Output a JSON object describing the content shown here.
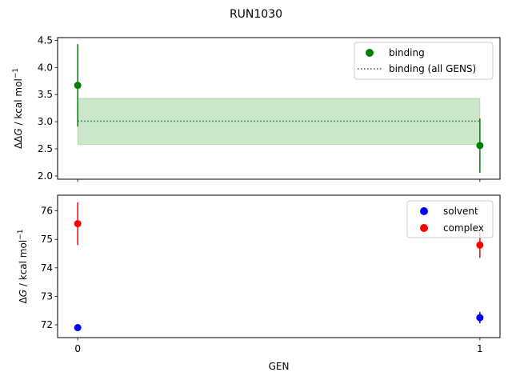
{
  "chart_data": [
    {
      "type": "scatter",
      "panel": "top",
      "ylabel": "ΔΔG / kcal mol⁻¹",
      "ylabel_parts": {
        "symbol": "ΔΔ",
        "var": "G",
        "unit": " / kcal mol",
        "sup": "−1"
      },
      "x": [
        0,
        1
      ],
      "xlim": [
        -0.05,
        1.05
      ],
      "ylim": [
        1.94,
        4.55
      ],
      "yticks": [
        2.0,
        2.5,
        3.0,
        3.5,
        4.0,
        4.5
      ],
      "ytick_labels": [
        "2.0",
        "2.5",
        "3.0",
        "3.5",
        "4.0",
        "4.5"
      ],
      "series": [
        {
          "name": "binding",
          "color": "#008000",
          "values": [
            3.67,
            2.56
          ],
          "errors": [
            0.76,
            0.5
          ]
        }
      ],
      "reference": {
        "name": "binding (all GENS)",
        "color": "#008000",
        "value": 3.01,
        "band": [
          2.58,
          3.43
        ]
      },
      "legend": "top-right",
      "grid": false
    },
    {
      "type": "scatter",
      "panel": "bottom",
      "xlabel": "GEN",
      "ylabel": "ΔG / kcal mol⁻¹",
      "ylabel_parts": {
        "symbol": "Δ",
        "var": "G",
        "unit": " / kcal mol",
        "sup": "−1"
      },
      "x": [
        0,
        1
      ],
      "xlim": [
        -0.05,
        1.05
      ],
      "xticks": [
        0,
        1
      ],
      "xtick_labels": [
        "0",
        "1"
      ],
      "ylim": [
        71.55,
        76.55
      ],
      "yticks": [
        72,
        73,
        74,
        75,
        76
      ],
      "ytick_labels": [
        "72",
        "73",
        "74",
        "75",
        "76"
      ],
      "series": [
        {
          "name": "solvent",
          "color": "#0000ff",
          "values": [
            71.9,
            72.25
          ],
          "errors": [
            0.1,
            0.2
          ]
        },
        {
          "name": "complex",
          "color": "#ff0000",
          "values": [
            75.55,
            74.8
          ],
          "errors": [
            0.75,
            0.45
          ]
        }
      ],
      "legend": "top-right",
      "grid": false
    }
  ],
  "figure": {
    "title": "RUN1030"
  }
}
